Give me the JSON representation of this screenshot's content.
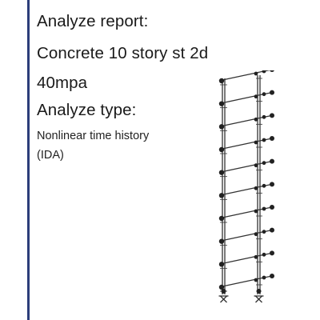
{
  "report": {
    "title_label": "Analyze report:",
    "model_name": "Concrete 10 story st 2d",
    "concrete_strength": "40mpa",
    "type_label": "Analyze type:",
    "type_value_line1": "Nonlinear time history",
    "type_value_line2": "(IDA)"
  },
  "diagram": {
    "icon": "10-story-2d-frame-icon",
    "stories": 10
  },
  "colors": {
    "accent_border": "#2c3e7a",
    "text": "#1a1a1a",
    "frame_stroke": "#333333"
  }
}
